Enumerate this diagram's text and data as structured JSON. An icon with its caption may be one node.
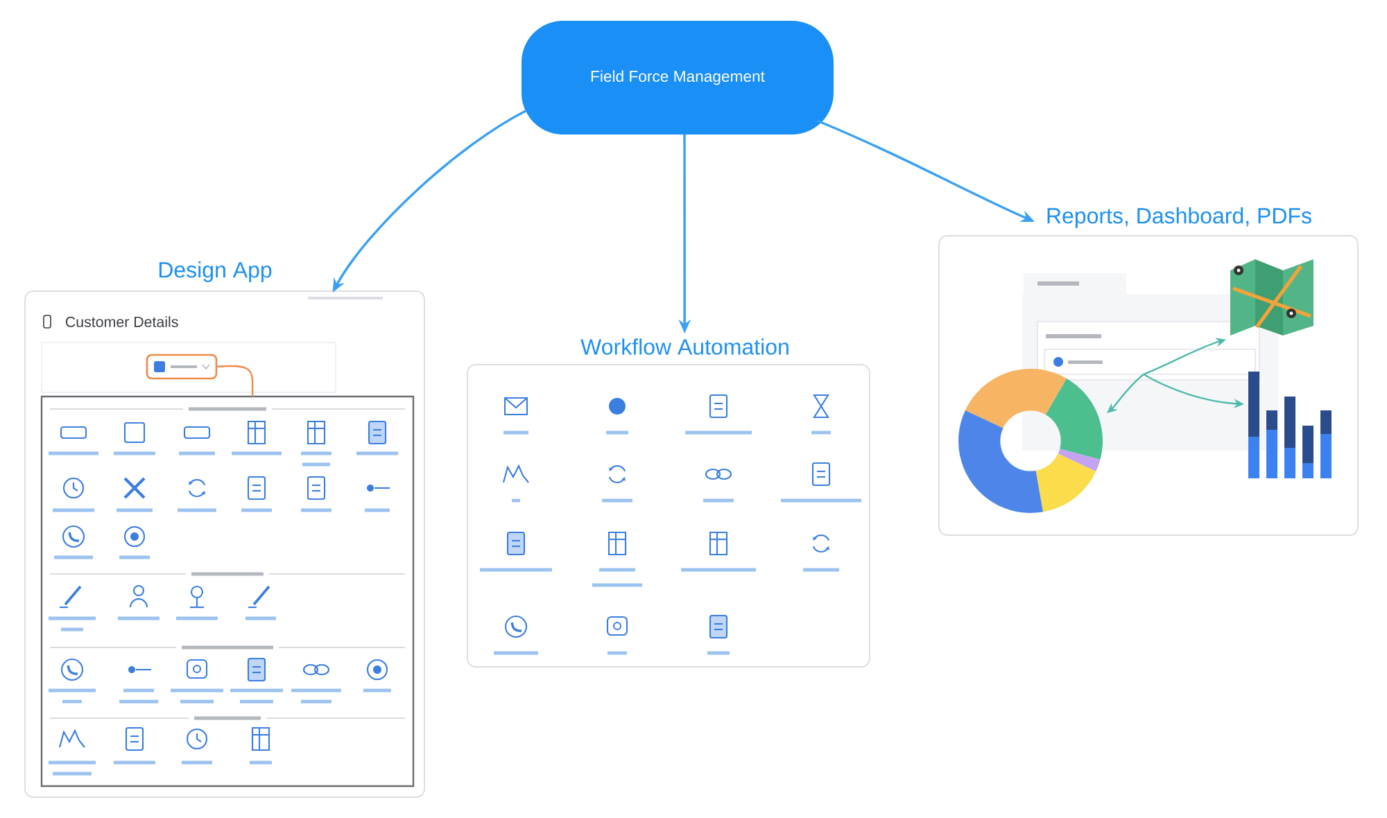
{
  "diagram": {
    "nodes": [
      {
        "text": [
          "Field Force Management"
        ]
      },
      {
        "text": [
          "Design App"
        ]
      },
      {
        "text": [],
        "shape": "box",
        "in": 1
      },
      {
        "text": [],
        "shape": "box",
        "in": 1
      },
      {
        "text": [
          "Workflow Automation"
        ]
      },
      {
        "text": [
          "Reports, Dashboard, PDFs"
        ]
      },
      {
        "text": [],
        "shape": "box",
        "in": 5
      },
      {
        "text": [],
        "shape": "box",
        "in": 6
      },
      {
        "text": [],
        "shape": "picture",
        "in": 5
      },
      {
        "text": [],
        "shape": "picture",
        "in": 5
      },
      {
        "text": [],
        "shape": "picture",
        "in": 5
      }
    ],
    "edges": [
      {
        "from": 0,
        "to": 1,
        "arrow": "to"
      },
      {
        "from": 0,
        "to": 4,
        "arrow": "to"
      },
      {
        "from": 0,
        "to": 5,
        "arrow": "to"
      },
      {
        "from": 2,
        "to": 3,
        "arrow": "none",
        "color": "#f08a4b"
      },
      {
        "from": 7,
        "to": 8,
        "arrow": "to",
        "color": "#4dbaa9"
      },
      {
        "from": 7,
        "to": 9,
        "arrow": "to",
        "color": "#4dbaa9"
      },
      {
        "from": 7,
        "to": 10,
        "arrow": "to",
        "color": "#4dbaa9"
      }
    ],
    "labels": [
      "Customer Details"
    ]
  }
}
